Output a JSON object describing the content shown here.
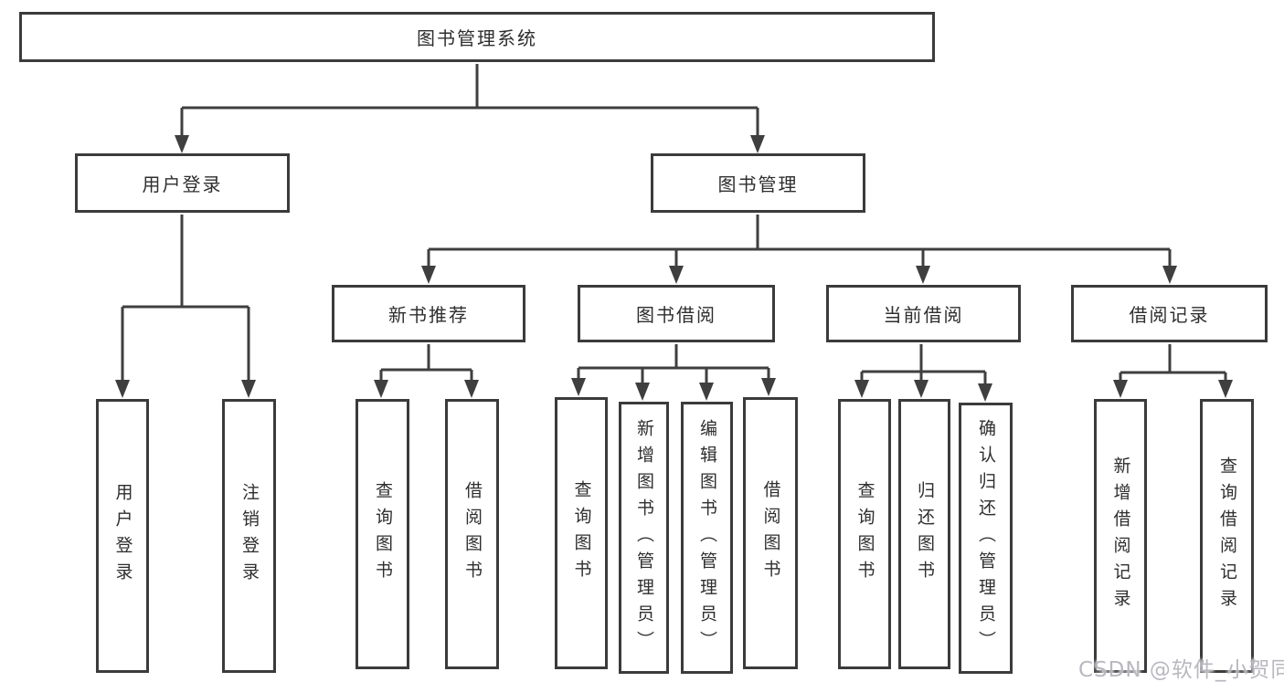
{
  "diagram": {
    "title": "图书管理系统",
    "tree": {
      "root": "图书管理系统",
      "level2": [
        {
          "label": "用户登录",
          "children": [
            "用户登录",
            "注销登录"
          ]
        },
        {
          "label": "图书管理",
          "children": [
            {
              "label": "新书推荐",
              "children": [
                "查询图书",
                "借阅图书"
              ]
            },
            {
              "label": "图书借阅",
              "children": [
                "查询图书",
                "新增图书（管理员）",
                "编辑图书（管理员）",
                "借阅图书"
              ]
            },
            {
              "label": "当前借阅",
              "children": [
                "查询图书",
                "归还图书",
                "确认归还（管理员）"
              ]
            },
            {
              "label": "借阅记录",
              "children": [
                "新增借阅记录",
                "查询借阅记录"
              ]
            }
          ]
        }
      ]
    },
    "watermark": "CSDN @软件_小贺同学",
    "colors": {
      "background": "#ffffff",
      "box_fill": "#ffffff",
      "box_border": "#3b3b3b",
      "line": "#3f3f3f",
      "text": "#2e2e2e",
      "watermark": "#b6b3bc"
    }
  }
}
